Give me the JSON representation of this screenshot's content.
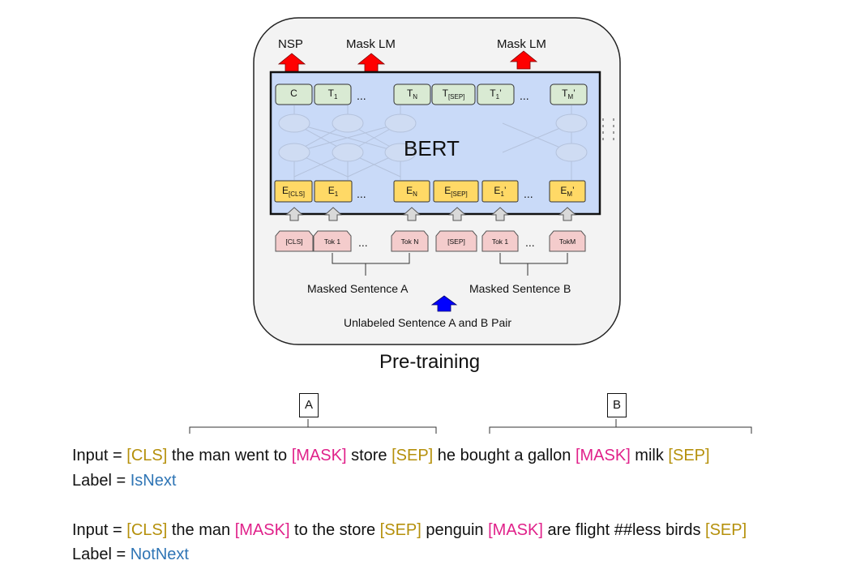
{
  "diagram": {
    "outputs": {
      "nsp": "NSP",
      "mask_lm_left": "Mask LM",
      "mask_lm_right": "Mask LM"
    },
    "model_label": "BERT",
    "output_tokens": [
      {
        "main": "C",
        "sub": "",
        "sup": ""
      },
      {
        "main": "T",
        "sub": "1",
        "sup": ""
      },
      {
        "main": "T",
        "sub": "N",
        "sup": ""
      },
      {
        "main": "T",
        "sub": "[SEP]",
        "sup": ""
      },
      {
        "main": "T",
        "sub": "1",
        "sup": "’"
      },
      {
        "main": "T",
        "sub": "M",
        "sup": "’"
      }
    ],
    "embeddings": [
      {
        "main": "E",
        "sub": "[CLS]",
        "sup": ""
      },
      {
        "main": "E",
        "sub": "1",
        "sup": ""
      },
      {
        "main": "E",
        "sub": "N",
        "sup": ""
      },
      {
        "main": "E",
        "sub": "[SEP]",
        "sup": ""
      },
      {
        "main": "E",
        "sub": "1",
        "sup": "’"
      },
      {
        "main": "E",
        "sub": "M",
        "sup": "’"
      }
    ],
    "input_tokens": [
      "[CLS]",
      "Tok 1",
      "Tok N",
      "[SEP]",
      "Tok 1",
      "TokM"
    ],
    "ellipsis": "...",
    "sentence_a": "Masked Sentence A",
    "sentence_b": "Masked Sentence B",
    "pair_label": "Unlabeled Sentence A and B Pair",
    "stage_title": "Pre-training"
  },
  "brackets": {
    "a": "A",
    "b": "B"
  },
  "examples": [
    {
      "input_parts": [
        {
          "text": "Input = ",
          "color": "default"
        },
        {
          "text": "[CLS]",
          "color": "gold"
        },
        {
          "text": " the man went to ",
          "color": "default"
        },
        {
          "text": "[MASK]",
          "color": "pink"
        },
        {
          "text": " store ",
          "color": "default"
        },
        {
          "text": "[SEP]",
          "color": "gold"
        },
        {
          "text": " he bought a gallon ",
          "color": "default"
        },
        {
          "text": "[MASK]",
          "color": "pink"
        },
        {
          "text": " milk ",
          "color": "default"
        },
        {
          "text": "[SEP]",
          "color": "gold"
        }
      ],
      "label_prefix": "Label = ",
      "label_value": "IsNext"
    },
    {
      "input_parts": [
        {
          "text": "Input = ",
          "color": "default"
        },
        {
          "text": "[CLS]",
          "color": "gold"
        },
        {
          "text": " the man ",
          "color": "default"
        },
        {
          "text": "[MASK]",
          "color": "pink"
        },
        {
          "text": " to the store ",
          "color": "default"
        },
        {
          "text": "[SEP]",
          "color": "gold"
        },
        {
          "text": " penguin ",
          "color": "default"
        },
        {
          "text": "[MASK]",
          "color": "pink"
        },
        {
          "text": " are flight ##less birds ",
          "color": "default"
        },
        {
          "text": "[SEP]",
          "color": "gold"
        }
      ],
      "label_prefix": "Label = ",
      "label_value": "NotNext"
    }
  ],
  "colors": {
    "panel_bg": "#f3f3f3",
    "bert_bg": "#c9daf8",
    "output_token": "#d9ead3",
    "embedding": "#ffd966",
    "input_token": "#f4cccc",
    "red_arrow": "#ff0000",
    "blue_arrow": "#0000ff",
    "special_token": "#b5900b",
    "mask_token": "#e0218a",
    "label_value": "#2f75b5"
  }
}
